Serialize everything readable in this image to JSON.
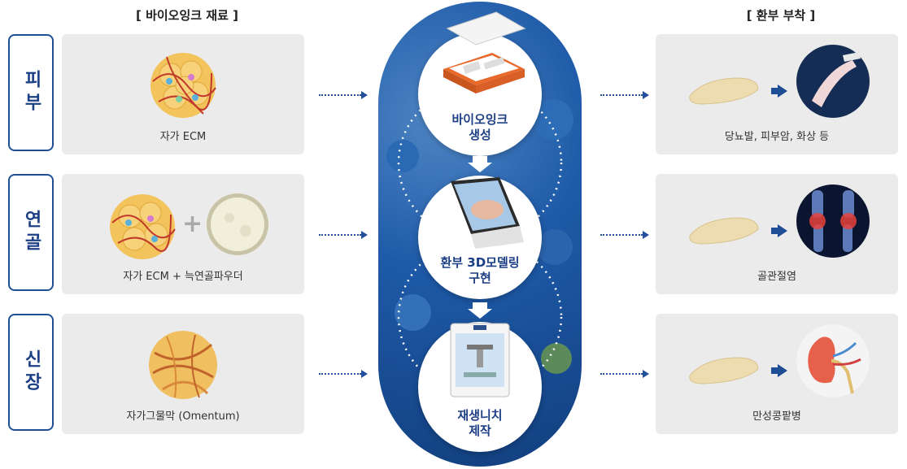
{
  "headings": {
    "left": "[ 바이오잉크 재료 ]",
    "right": "[ 환부 부착 ]"
  },
  "rows": [
    {
      "tab": "피부",
      "material": "자가 ECM",
      "treatment": "당뇨발, 피부암, 화상 등"
    },
    {
      "tab": "연골",
      "material": "자가 ECM + 늑연골파우더",
      "treatment": "골관절염"
    },
    {
      "tab": "신장",
      "material": "자가그물막 (Omentum)",
      "treatment": "만성콩팥병"
    }
  ],
  "steps": [
    {
      "label": "바이오잉크\n생성"
    },
    {
      "label": "환부 3D모델링\n구현"
    },
    {
      "label": "재생니치\n제작"
    }
  ],
  "colors": {
    "navy": "#1c3f85",
    "card_gray": "#ebebeb",
    "capsule_blue": "#1e5aa8"
  }
}
